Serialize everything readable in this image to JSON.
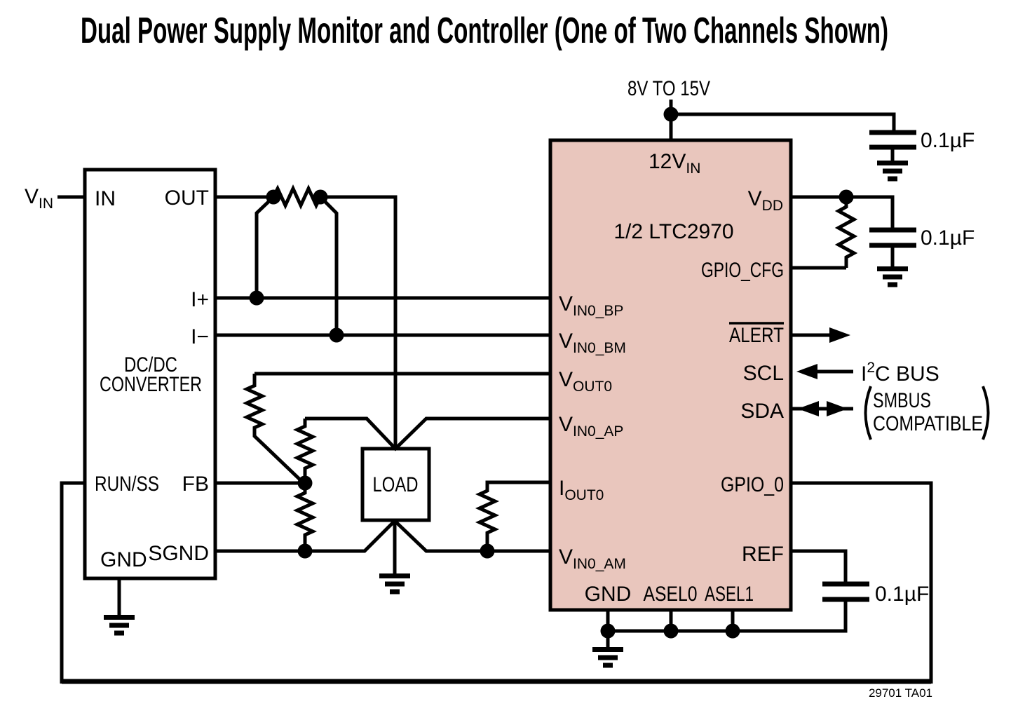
{
  "title": "Dual Power Supply Monitor and Controller (One of Two Channels Shown)",
  "supply": {
    "label": "8V TO 15V"
  },
  "vin_label": {
    "main": "V",
    "sub": "IN"
  },
  "dcdc": {
    "line1": "DC/DC",
    "line2": "CONVERTER",
    "pin_in": "IN",
    "pin_out": "OUT",
    "pin_iplus": "I+",
    "pin_iminus": "I−",
    "pin_runss": "RUN/SS",
    "pin_fb": "FB",
    "pin_gnd": "GND",
    "pin_sgnd": "SGND"
  },
  "load": {
    "label": "LOAD"
  },
  "ic": {
    "fill": "#e9c6bd",
    "top_pin": {
      "main": "12V",
      "sub": "IN"
    },
    "name": "1/2 LTC2970",
    "left_pins": [
      {
        "main": "V",
        "sub": "IN0_BP"
      },
      {
        "main": "V",
        "sub": "IN0_BM"
      },
      {
        "main": "V",
        "sub": "OUT0"
      },
      {
        "main": "V",
        "sub": "IN0_AP"
      },
      {
        "main": "I",
        "sub": "OUT0"
      },
      {
        "main": "V",
        "sub": "IN0_AM"
      }
    ],
    "right_pins": {
      "vdd": {
        "main": "V",
        "sub": "DD"
      },
      "gpio_cfg": "GPIO_CFG",
      "alert": "ALERT",
      "scl": "SCL",
      "sda": "SDA",
      "gpio0": "GPIO_0",
      "ref": "REF"
    },
    "bottom_pins": [
      "GND",
      "ASEL0",
      "ASEL1"
    ]
  },
  "caps": {
    "c1": "0.1µF",
    "c2": "0.1µF",
    "c3": "0.1µF"
  },
  "bus": {
    "i2c_i": "I",
    "i2c_sup": "2",
    "i2c_rest": "C BUS",
    "smbus1": "SMBUS",
    "smbus2": "COMPATIBLE"
  },
  "footnote": "29701 TA01"
}
